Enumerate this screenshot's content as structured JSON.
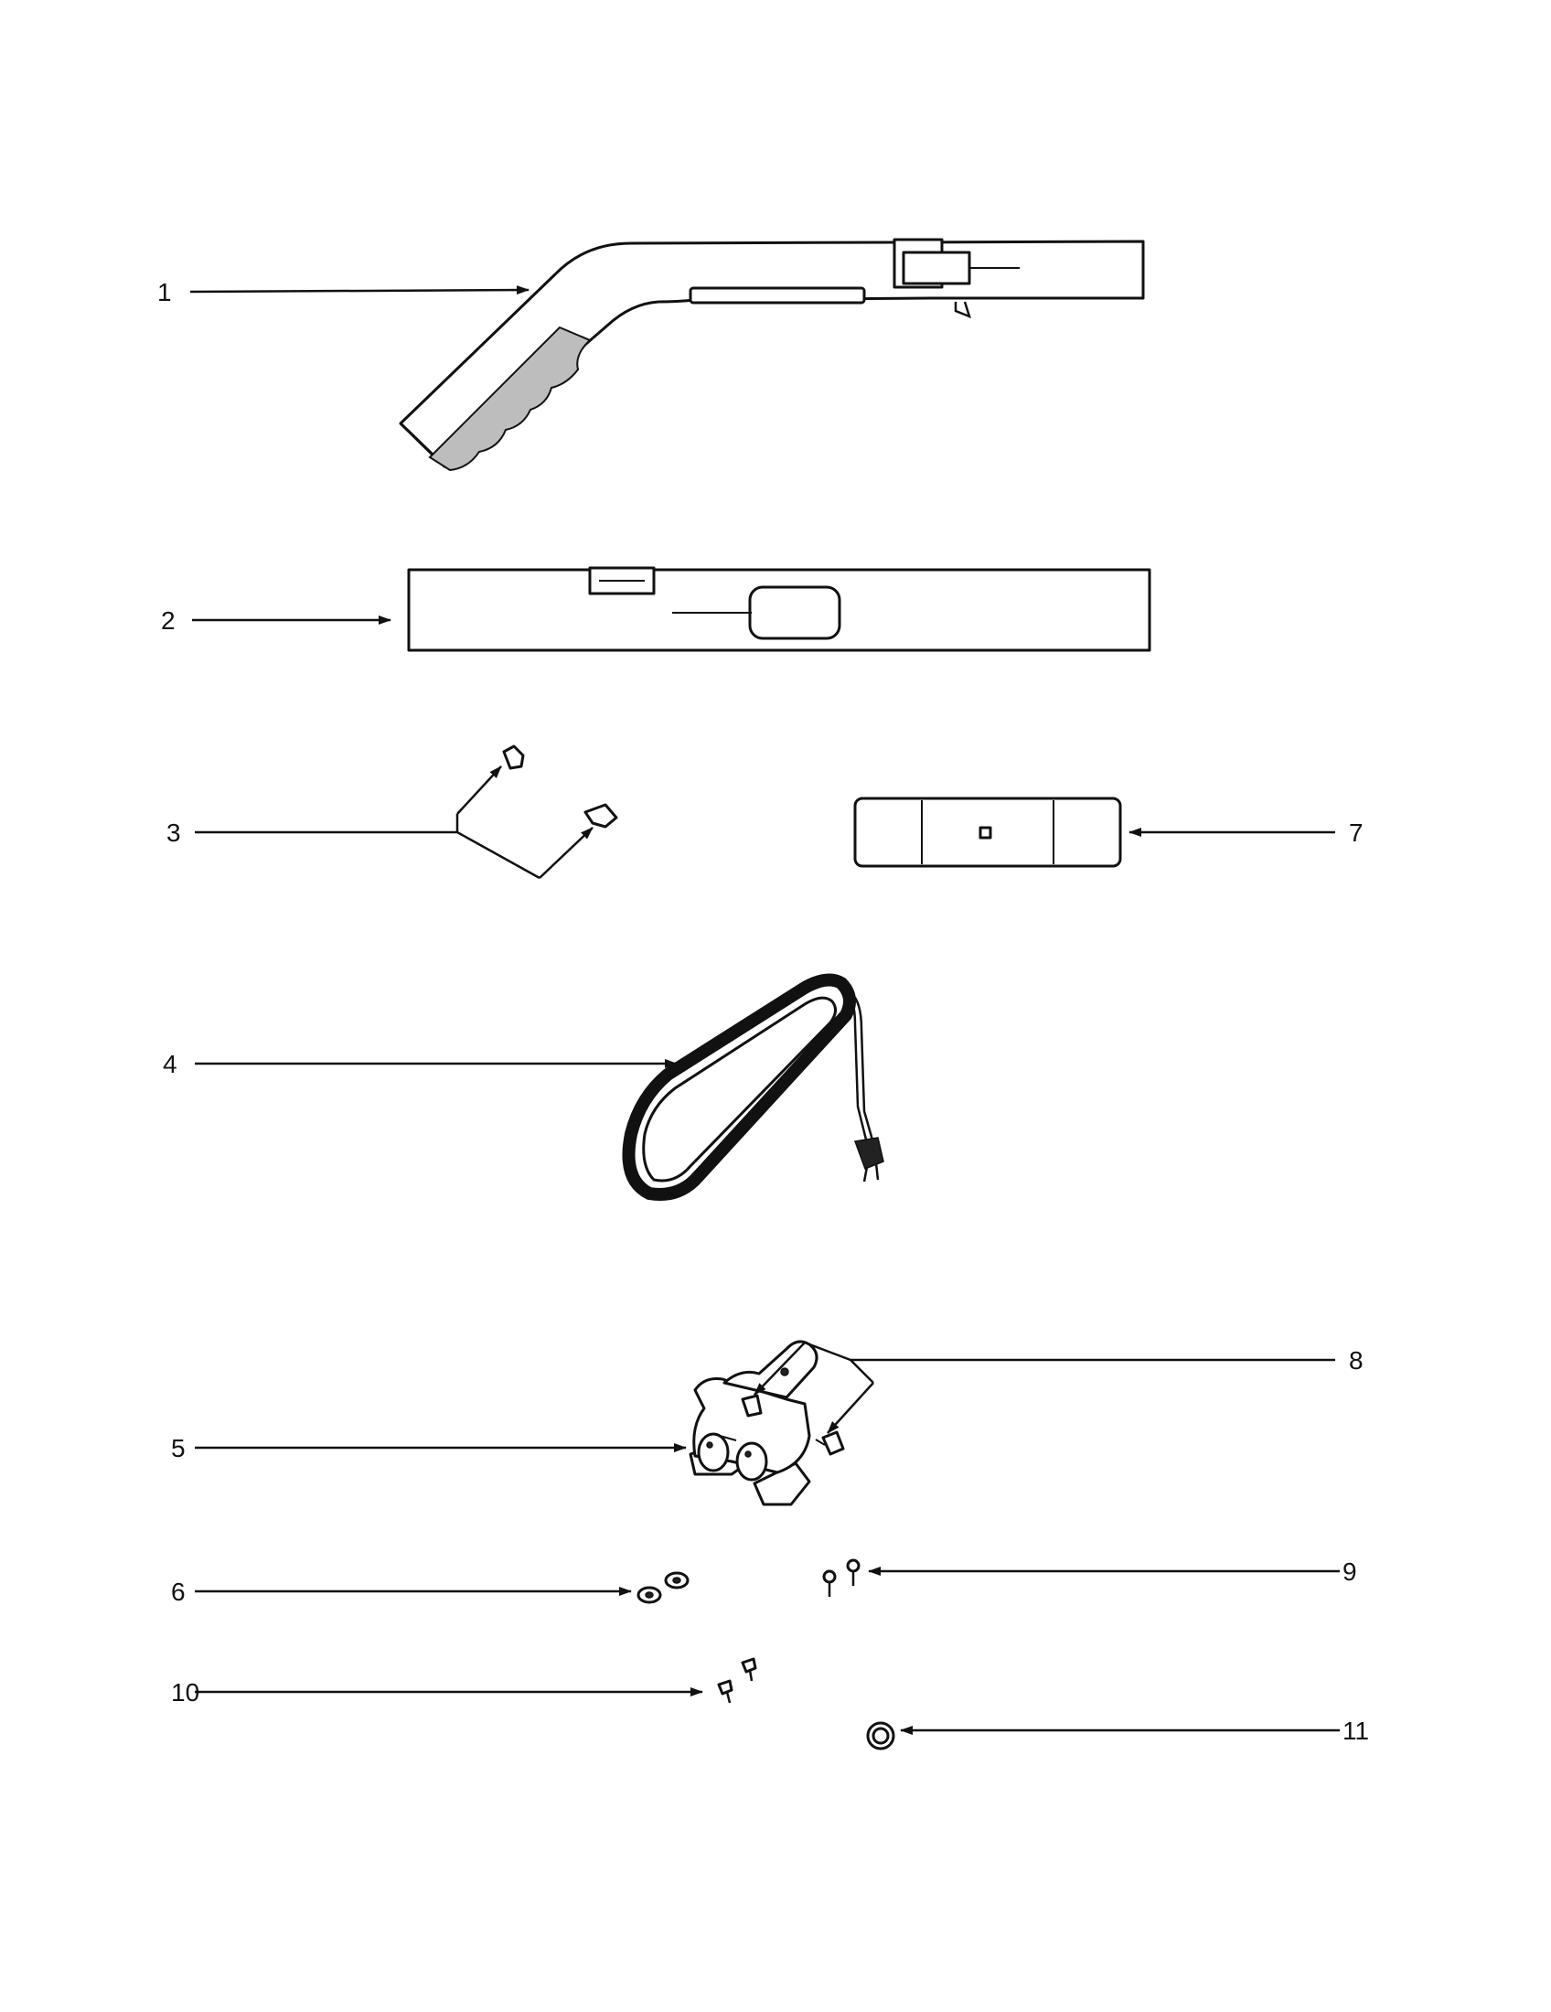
{
  "diagram": {
    "colors": {
      "ink": "#111111",
      "paper": "#ffffff",
      "shade": "#bdbdbd"
    },
    "callouts": [
      {
        "id": "1",
        "label": "1"
      },
      {
        "id": "2",
        "label": "2"
      },
      {
        "id": "3",
        "label": "3"
      },
      {
        "id": "4",
        "label": "4"
      },
      {
        "id": "5",
        "label": "5"
      },
      {
        "id": "6",
        "label": "6"
      },
      {
        "id": "7",
        "label": "7"
      },
      {
        "id": "8",
        "label": "8"
      },
      {
        "id": "9",
        "label": "9"
      },
      {
        "id": "10",
        "label": "10"
      },
      {
        "id": "11",
        "label": "11"
      }
    ]
  }
}
